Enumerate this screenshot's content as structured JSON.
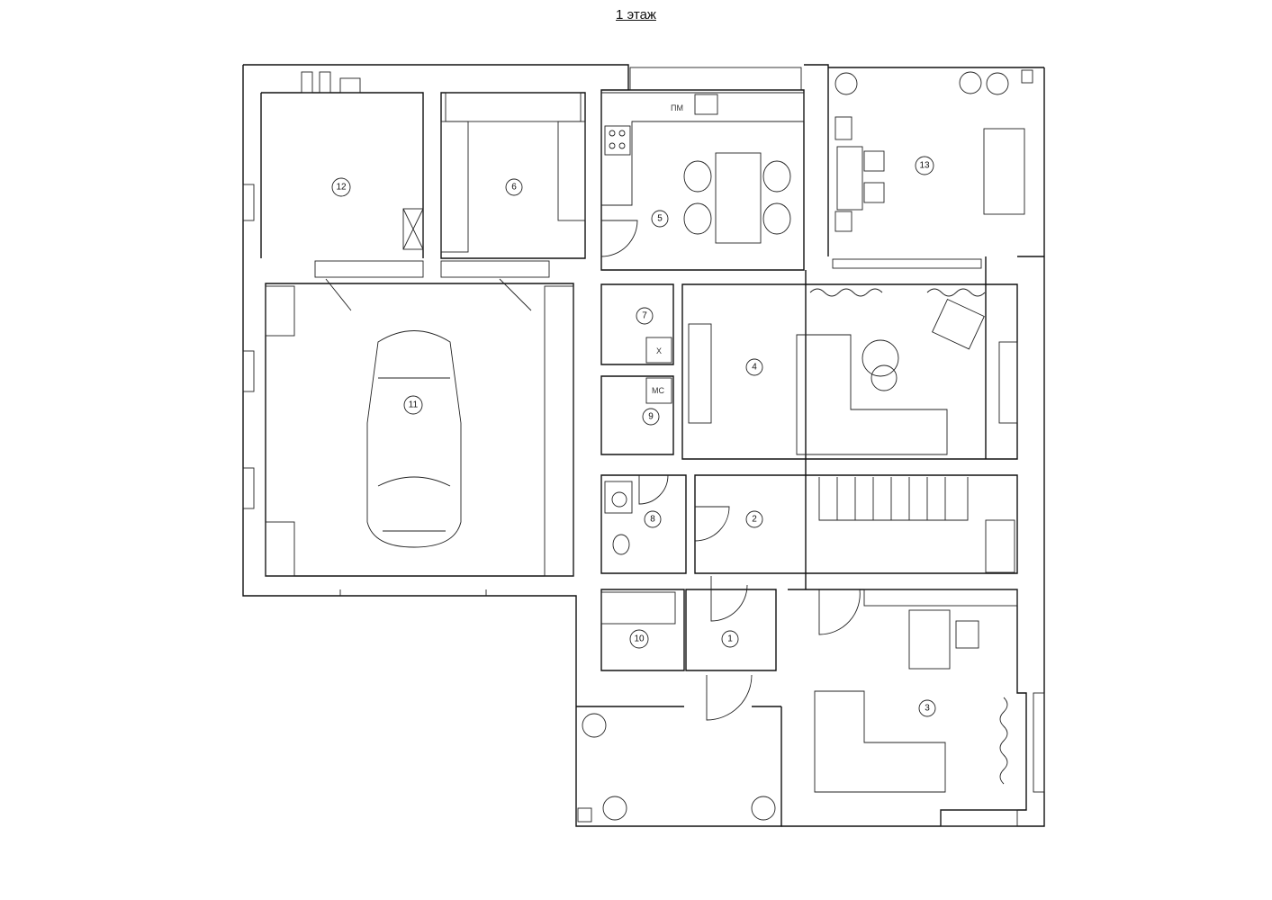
{
  "title": "1 этаж",
  "rooms": [
    {
      "number": "1"
    },
    {
      "number": "2"
    },
    {
      "number": "3"
    },
    {
      "number": "4"
    },
    {
      "number": "5"
    },
    {
      "number": "6"
    },
    {
      "number": "7"
    },
    {
      "number": "8"
    },
    {
      "number": "9"
    },
    {
      "number": "10"
    },
    {
      "number": "11"
    },
    {
      "number": "12"
    },
    {
      "number": "13"
    }
  ],
  "fixtures": {
    "dishwasher": "ПМ",
    "fridge": "Х",
    "washer": "МС"
  }
}
